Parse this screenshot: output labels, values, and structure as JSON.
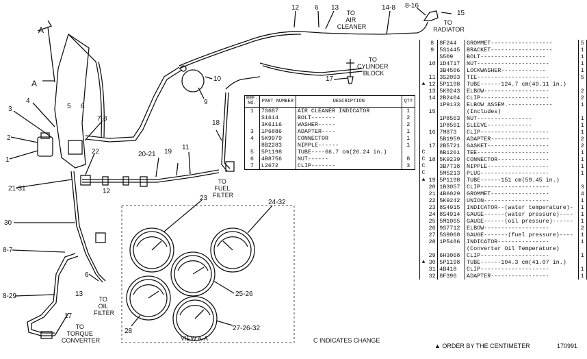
{
  "callouts": {
    "c12": "12",
    "c6_top": "6",
    "c13_top": "13",
    "c14_8": "14-8",
    "c8_16": "8-16",
    "c15": "15",
    "c17": "17",
    "c10": "10",
    "c9": "9",
    "c18": "18",
    "c5": "5",
    "c6_left": "6",
    "c3": "3",
    "c4": "4",
    "c2": "2",
    "c1": "1",
    "c7_8": "7-8",
    "c22": "22",
    "c21_31": "21-31",
    "c20_21": "20-21",
    "c19": "19",
    "c11": "11",
    "c30": "30",
    "c8_7": "8-7",
    "c8_29": "8-29",
    "c6_low": "6",
    "c13_low": "13",
    "c17_low": "17",
    "c23": "23",
    "c24_32": "24-32",
    "c25_26": "25-26",
    "c27_26_32": "27-26-32",
    "c28": "28",
    "cA_top": "A",
    "cA_low": "A",
    "c12_mid": "12"
  },
  "labels": {
    "to_air_cleaner": [
      "TO",
      "AIR",
      "CLEANER"
    ],
    "to_radiator": [
      "TO",
      "RADIATOR"
    ],
    "to_cylinder_block": [
      "TO",
      "CYLINDER",
      "BLOCK"
    ],
    "to_fuel_filter": [
      "TO",
      "FUEL",
      "FILTER"
    ],
    "to_oil_filter": [
      "TO",
      "OIL",
      "FILTER"
    ],
    "to_torque_converter": [
      "TO",
      "TORQUE",
      "CONVERTER"
    ],
    "view_aa": "VIEW A-A"
  },
  "center_table": {
    "headers": [
      "REF. NO.",
      "PART NUMBER",
      "DESCRIPTION",
      "QTY"
    ],
    "rows": [
      {
        "ref": "1",
        "pn": "7S687",
        "desc": "AIR CLEANER INDICATOR",
        "qty": "1",
        "mark": ""
      },
      {
        "ref": "",
        "pn": "S1614",
        "desc": "BOLT-------",
        "qty": "2",
        "mark": ""
      },
      {
        "ref": "",
        "pn": "3K6116",
        "desc": "WASHER-----",
        "qty": "2",
        "mark": ""
      },
      {
        "ref": "3",
        "pn": "1P6886",
        "desc": "ADAPTER----",
        "qty": "1",
        "mark": ""
      },
      {
        "ref": "4",
        "pn": "5K9979",
        "desc": "CONNECTOR",
        "qty": "1",
        "mark": ""
      },
      {
        "ref": "",
        "pn": "8B2283",
        "desc": "NIPPLE------",
        "qty": "1",
        "mark": ""
      },
      {
        "ref": "5",
        "pn": "5P1198",
        "desc": "TUBE----66.7 cm(26.24 in.)",
        "qty": "",
        "mark": "▲"
      },
      {
        "ref": "6",
        "pn": "4B8756",
        "desc": "NUT------",
        "qty": "8",
        "mark": ""
      },
      {
        "ref": "7",
        "pn": "L2672",
        "desc": "CLIP-------",
        "qty": "3",
        "mark": ""
      }
    ]
  },
  "right_table": {
    "rows": [
      {
        "mark": "",
        "ref": "8",
        "pn": "8F244",
        "desc": "GROMMET------------------",
        "qty": "5"
      },
      {
        "mark": "",
        "ref": "9",
        "pn": "5S1445",
        "desc": "BRACKET------------------",
        "qty": "1"
      },
      {
        "mark": "",
        "ref": "",
        "pn": "S509",
        "desc": "BOLT-------------------",
        "qty": "1"
      },
      {
        "mark": "",
        "ref": "10",
        "pn": "1D4717",
        "desc": "NUT---------------------",
        "qty": "1"
      },
      {
        "mark": "",
        "ref": "",
        "pn": "3B4506",
        "desc": "LOCKWASHER-------------",
        "qty": "1"
      },
      {
        "mark": "",
        "ref": "11",
        "pn": "3S2093",
        "desc": "TIE---------------------",
        "qty": "5"
      },
      {
        "mark": "▲",
        "ref": "12",
        "pn": "5P1198",
        "desc": "TUBE------124.7 cm(49.11 in.)",
        "qty": ""
      },
      {
        "mark": "",
        "ref": "13",
        "pn": "5K9243",
        "desc": "ELBOW-------------------",
        "qty": "2"
      },
      {
        "mark": "",
        "ref": "14",
        "pn": "2B2404",
        "desc": "CLIP--------------------",
        "qty": "2"
      },
      {
        "mark": "",
        "ref": "",
        "pn": "1P9133",
        "desc": "ELBOW ASSEM.-------------",
        "qty": "1"
      },
      {
        "mark": "",
        "ref": "15",
        "pn": "",
        "desc": "(Includes)",
        "qty": ""
      },
      {
        "mark": "",
        "ref": "",
        "pn": "1P8563",
        "desc": "NUT----------------",
        "qty": "1"
      },
      {
        "mark": "",
        "ref": "",
        "pn": "1P8561",
        "desc": "SLEEVE-------------",
        "qty": "1"
      },
      {
        "mark": "",
        "ref": "16",
        "pn": "7M873",
        "desc": "CLIP--------------------",
        "qty": "1"
      },
      {
        "mark": "",
        "ref": "",
        "pn": "5B1959",
        "desc": "ADAPTER-----------------",
        "qty": "2"
      },
      {
        "mark": "",
        "ref": "17",
        "pn": "2B5721",
        "desc": "GASKET------------------",
        "qty": "2"
      },
      {
        "mark": "C",
        "ref": "",
        "pn": "8B1261",
        "desc": "TEE---------------------",
        "qty": "1"
      },
      {
        "mark": "C",
        "ref": "18",
        "pn": "5K9239",
        "desc": "CONNECTOR---------------",
        "qty": "1"
      },
      {
        "mark": "C",
        "ref": "",
        "pn": "3B7738",
        "desc": "NIPPLE------------------",
        "qty": "1"
      },
      {
        "mark": "C",
        "ref": "",
        "pn": "5M5213",
        "desc": "PLUG--------------------",
        "qty": "1"
      },
      {
        "mark": "▲",
        "ref": "19",
        "pn": "5P1198",
        "desc": "TUBE------151 cm(59.45 in.)",
        "qty": ""
      },
      {
        "mark": "",
        "ref": "20",
        "pn": "1B3057",
        "desc": "CLIP--------------------",
        "qty": "3"
      },
      {
        "mark": "",
        "ref": "21",
        "pn": "4B6029",
        "desc": "GROMMET-----------------",
        "qty": "4"
      },
      {
        "mark": "",
        "ref": "22",
        "pn": "5K9242",
        "desc": "UNION-------------------",
        "qty": "1"
      },
      {
        "mark": "",
        "ref": "23",
        "pn": "8S4915",
        "desc": "INDICATOR--(water temperature)-",
        "qty": "1"
      },
      {
        "mark": "",
        "ref": "24",
        "pn": "8S4914",
        "desc": "GAUGE------(water pressure)----",
        "qty": "1"
      },
      {
        "mark": "",
        "ref": "25",
        "pn": "5M1065",
        "desc": "GAUGE------(oil pressure)------",
        "qty": "1"
      },
      {
        "mark": "",
        "ref": "26",
        "pn": "9S7712",
        "desc": "ELBOW-------------------",
        "qty": "2"
      },
      {
        "mark": "",
        "ref": "27",
        "pn": "5S9068",
        "desc": "GAUGE-------(fuel pressure)----",
        "qty": "1"
      },
      {
        "mark": "",
        "ref": "28",
        "pn": "1P5486",
        "desc": "INDICATOR---------------",
        "qty": "1"
      },
      {
        "mark": "",
        "ref": "",
        "pn": "",
        "desc": "(Converter Oil Temperature)",
        "qty": ""
      },
      {
        "mark": "",
        "ref": "29",
        "pn": "6H3068",
        "desc": "CLIP--------------------",
        "qty": "1"
      },
      {
        "mark": "▲",
        "ref": "30",
        "pn": "5P1198",
        "desc": "TUBE------104.3 cm(41.07 in.)",
        "qty": ""
      },
      {
        "mark": "",
        "ref": "31",
        "pn": "4B418",
        "desc": "CLIP--------------------",
        "qty": "1"
      },
      {
        "mark": "",
        "ref": "32",
        "pn": "8F390",
        "desc": "ADAPTER-----------------",
        "qty": "1"
      }
    ]
  },
  "footer": {
    "change_note": "C INDICATES CHANGE",
    "order_note": "▲ ORDER BY THE CENTIMETER",
    "figure_no": "170991"
  }
}
